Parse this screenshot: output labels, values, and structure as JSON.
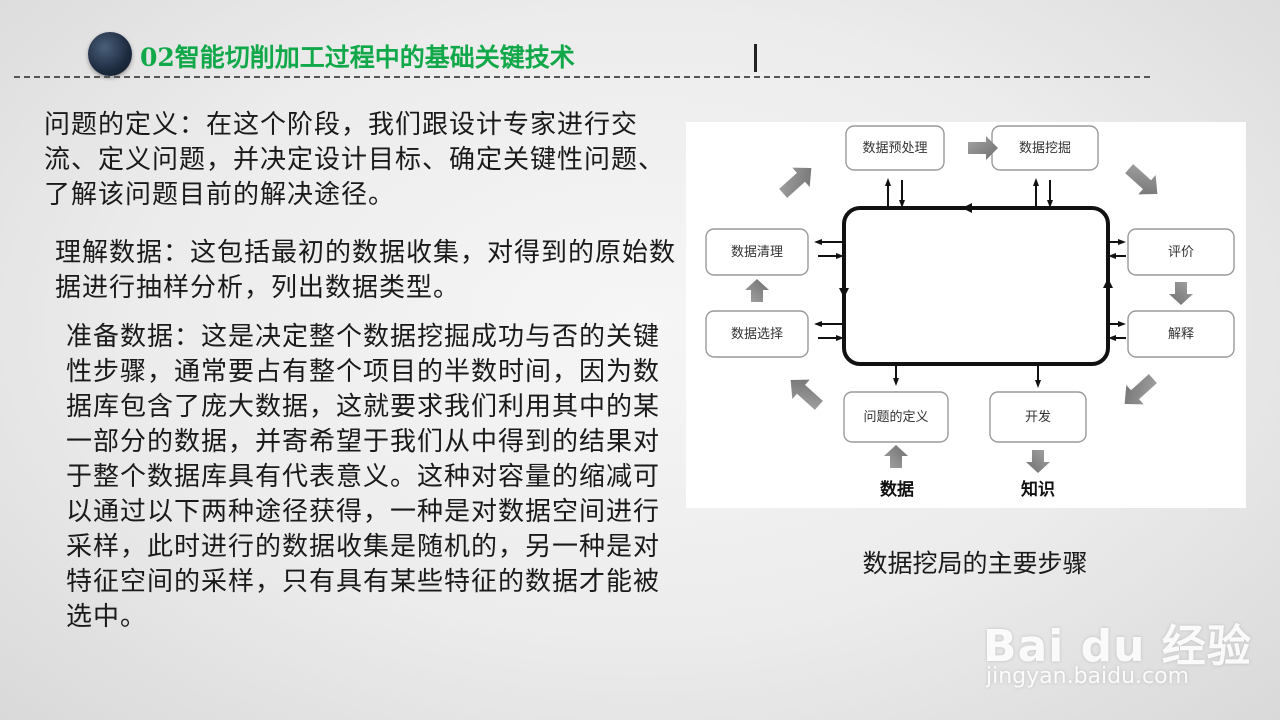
{
  "slide": {
    "title": "02智能切削加工过程中的基础关键技术",
    "paragraphs": {
      "problem_definition": "问题的定义：在这个阶段，我们跟设计专家进行交流、定义问题，并决定设计目标、确定关键性问题、了解该问题目前的解决途径。",
      "understand_data": "理解数据：这包括最初的数据收集，对得到的原始数据进行抽样分析，列出数据类型。",
      "prepare_data": "准备数据：这是决定整个数据挖掘成功与否的关键性步骤，通常要占有整个项目的半数时间，因为数据库包含了庞大数据，这就要求我们利用其中的某一部分的数据，并寄希望于我们从中得到的结果对于整个数据库具有代表意义。这种对容量的缩减可以通过以下两种途径获得，一种是对数据空间进行采样，此时进行的数据收集是随机的，另一种是对特征空间的采样，只有具有某些特征的数据才能被选中。"
    },
    "caption": "数据挖局的主要步骤"
  },
  "diagram": {
    "nodes": {
      "preprocess": "数据预处理",
      "mining": "数据挖掘",
      "cleaning": "数据清理",
      "evaluation": "评价",
      "selection": "数据选择",
      "interpretation": "解释",
      "definition": "问题的定义",
      "development": "开发"
    },
    "input_label": "数据",
    "output_label": "知识"
  },
  "watermark": {
    "logo": "Bai du 经验",
    "url": "jingyan.baidu.com"
  }
}
